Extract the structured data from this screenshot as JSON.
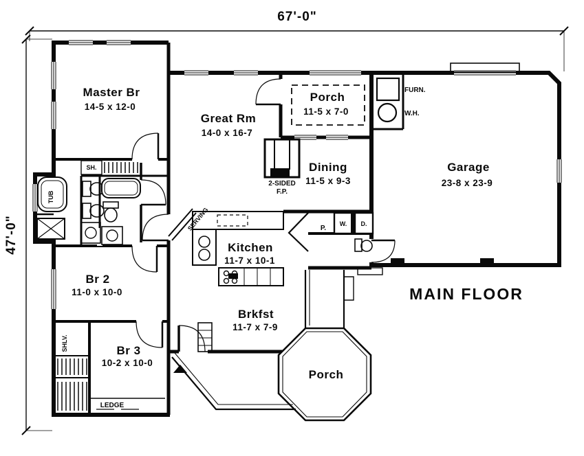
{
  "plan": {
    "title": "MAIN FLOOR",
    "dim_width": "67'-0\"",
    "dim_height": "47'-0\"",
    "rooms": {
      "master": {
        "name": "Master Br",
        "size": "14-5 x 12-0"
      },
      "great": {
        "name": "Great Rm",
        "size": "14-0 x 16-7"
      },
      "porch_top": {
        "name": "Porch",
        "size": "11-5 x 7-0"
      },
      "dining": {
        "name": "Dining",
        "size": "11-5 x 9-3"
      },
      "garage": {
        "name": "Garage",
        "size": "23-8 x 23-9"
      },
      "kitchen": {
        "name": "Kitchen",
        "size": "11-7 x 10-1"
      },
      "br2": {
        "name": "Br 2",
        "size": "11-0 x 10-0"
      },
      "br3": {
        "name": "Br 3",
        "size": "10-2 x 10-0"
      },
      "brkfst": {
        "name": "Brkfst",
        "size": "11-7 x 7-9"
      },
      "porch_bottom": {
        "name": "Porch"
      }
    },
    "labels": {
      "furnace": "FURN.",
      "water_heater": "W.H.",
      "fireplace_line1": "2-SIDED",
      "fireplace_line2": "F.P.",
      "serving": "SERVING",
      "pantry": "P.",
      "washer": "W.",
      "dryer": "D.",
      "shower": "SH.",
      "tub": "TUB",
      "shelves": "SHLV.",
      "ledge": "LEDGE"
    },
    "ink_color": "#0a0a0a",
    "paper_color": "#ffffff"
  }
}
